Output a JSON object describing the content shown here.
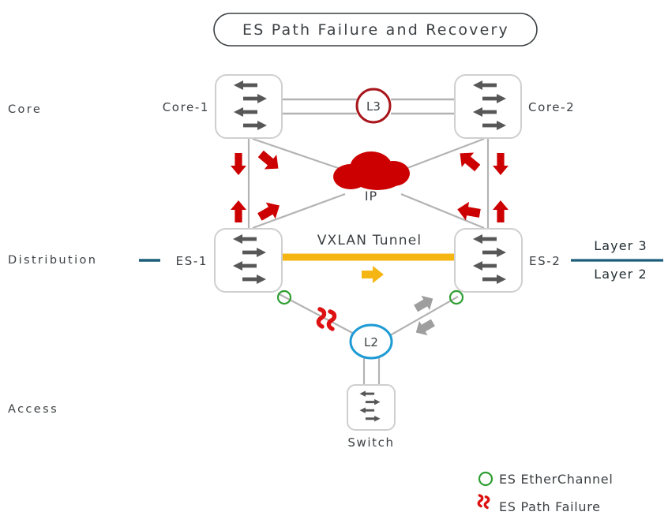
{
  "title": "ES Path Failure and Recovery",
  "colors": {
    "red": "#cc0000",
    "dark_red": "#a8161c",
    "amber": "#f5b614",
    "green": "#2e9e32",
    "blue": "#1e9bd4",
    "teal": "#1b5e7a",
    "gray_line": "#b3b3b3",
    "gray_arrow": "#9e9e9e",
    "icon_gray": "#575757",
    "text": "#3c4043"
  },
  "rows": [
    {
      "label": "Core"
    },
    {
      "label": "Distribution"
    },
    {
      "label": "Access"
    }
  ],
  "nodes": {
    "core1": {
      "label": "Core-1",
      "icon": "switch-icon"
    },
    "core2": {
      "label": "Core-2",
      "icon": "switch-icon"
    },
    "es1": {
      "label": "ES-1",
      "icon": "switch-icon"
    },
    "es2": {
      "label": "ES-2",
      "icon": "switch-icon"
    },
    "access_switch": {
      "label": "Switch",
      "icon": "switch-icon"
    }
  },
  "cloud": {
    "label": "IP",
    "icon": "cloud-icon"
  },
  "badges": {
    "l3": {
      "label": "L3"
    },
    "l2": {
      "label": "L2"
    }
  },
  "tunnel": {
    "label": "VXLAN Tunnel",
    "direction_icon": "arrow-right-icon"
  },
  "layer_divider": {
    "upper": "Layer 3",
    "lower": "Layer 2"
  },
  "legend": [
    {
      "marker": "green-circle-icon",
      "label": "ES EtherChannel"
    },
    {
      "marker": "red-squiggle-icon",
      "label": "ES Path Failure"
    }
  ]
}
